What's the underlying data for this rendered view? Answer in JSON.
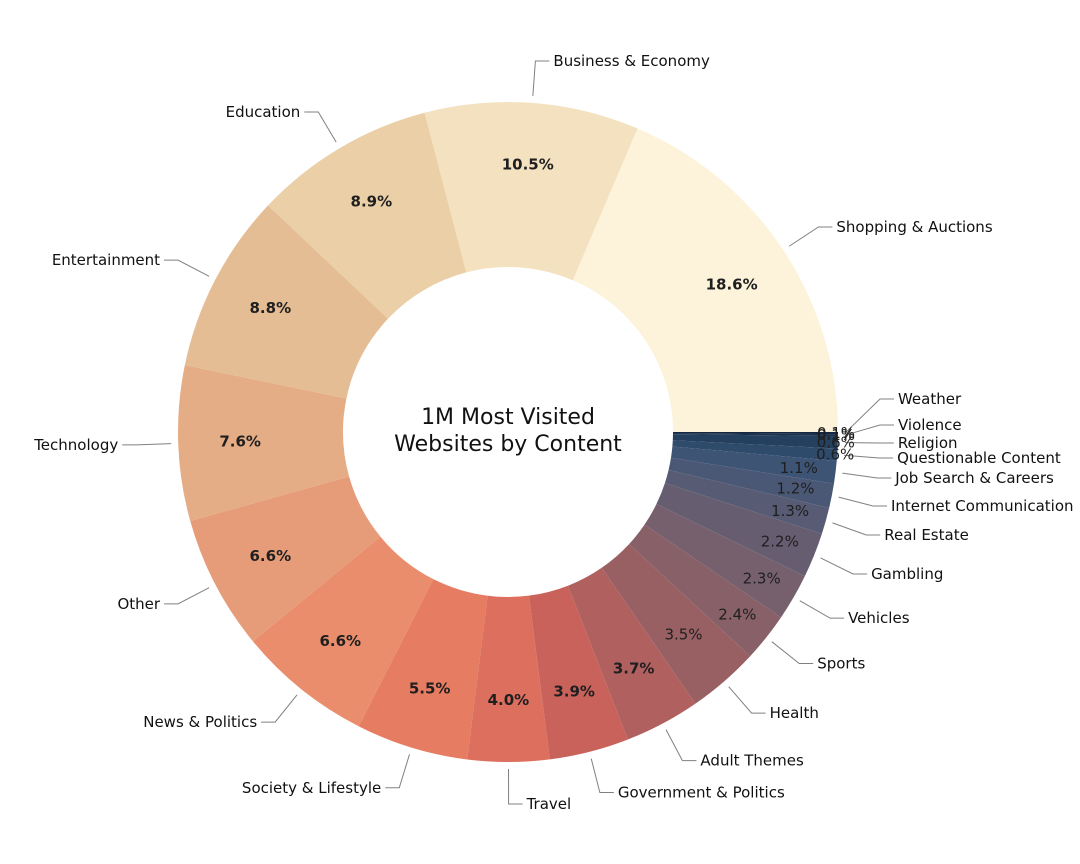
{
  "chart_data": {
    "type": "pie",
    "donut": true,
    "title_lines": [
      "1M Most Visited",
      "Websites by Content"
    ],
    "start_angle_deg": 0,
    "direction": "counterclockwise-from-3-oclock",
    "slices": [
      {
        "label": "Shopping & Auctions",
        "value": 18.6,
        "display": "18.6%",
        "color": "#fcf3da",
        "bold": true
      },
      {
        "label": "Business & Economy",
        "value": 10.5,
        "display": "10.5%",
        "color": "#f3e1c0",
        "bold": true
      },
      {
        "label": "Education",
        "value": 8.9,
        "display": "8.9%",
        "color": "#eacfa7",
        "bold": true
      },
      {
        "label": "Entertainment",
        "value": 8.8,
        "display": "8.8%",
        "color": "#e5bd94",
        "bold": true
      },
      {
        "label": "Technology",
        "value": 7.6,
        "display": "7.6%",
        "color": "#e4ad86",
        "bold": true
      },
      {
        "label": "Other",
        "value": 6.6,
        "display": "6.6%",
        "color": "#e79c79",
        "bold": true
      },
      {
        "label": "News & Politics",
        "value": 6.6,
        "display": "6.6%",
        "color": "#e98d6c",
        "bold": true
      },
      {
        "label": "Society & Lifestyle",
        "value": 5.5,
        "display": "5.5%",
        "color": "#e67c61",
        "bold": true
      },
      {
        "label": "Travel",
        "value": 4.0,
        "display": "4.0%",
        "color": "#dd6f5e",
        "bold": true
      },
      {
        "label": "Government & Politics",
        "value": 3.9,
        "display": "3.9%",
        "color": "#c9625b",
        "bold": true
      },
      {
        "label": "Adult Themes",
        "value": 3.7,
        "display": "3.7%",
        "color": "#b0605f",
        "bold": true
      },
      {
        "label": "Health",
        "value": 3.5,
        "display": "3.5%",
        "color": "#996064",
        "bold": false
      },
      {
        "label": "Sports",
        "value": 2.4,
        "display": "2.4%",
        "color": "#876068",
        "bold": false
      },
      {
        "label": "Vehicles",
        "value": 2.3,
        "display": "2.3%",
        "color": "#76606d",
        "bold": false
      },
      {
        "label": "Gambling",
        "value": 2.2,
        "display": "2.2%",
        "color": "#665d70",
        "bold": false
      },
      {
        "label": "Real Estate",
        "value": 1.3,
        "display": "1.3%",
        "color": "#575b73",
        "bold": false
      },
      {
        "label": "Internet Communication",
        "value": 1.2,
        "display": "1.2%",
        "color": "#4a5875",
        "bold": false
      },
      {
        "label": "Job Search & Careers",
        "value": 1.1,
        "display": "1.1%",
        "color": "#3d5475",
        "bold": false
      },
      {
        "label": "Questionable Content",
        "value": 0.6,
        "display": "0.6%",
        "color": "#2f4b6c",
        "bold": false
      },
      {
        "label": "Religion",
        "value": 0.6,
        "display": "0.6%",
        "color": "#253f5e",
        "bold": false
      },
      {
        "label": "Violence",
        "value": 0.1,
        "display": "0.1%",
        "color": "#1c334f",
        "bold": false
      },
      {
        "label": "Weather",
        "value": 0.1,
        "display": "0.1%",
        "color": "#142640",
        "bold": false
      }
    ]
  }
}
